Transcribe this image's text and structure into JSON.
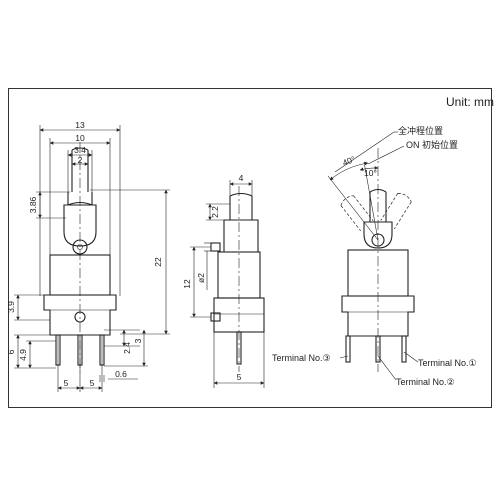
{
  "unit_label": "Unit: mm",
  "front_view": {
    "dims": {
      "total_width": "13",
      "inner_width": "10",
      "actuator_width": "3.4",
      "actuator_tip": "2",
      "actuator_side": "3.86",
      "height_total": "22",
      "base_height": "3.9",
      "terminal_length": "6",
      "terminal_offset": "4.9",
      "terminal_pitch_left": "5",
      "terminal_pitch_right": "5",
      "terminal_thickness": "0.6",
      "terminal_step": "2.4",
      "terminal_end": "3"
    }
  },
  "side_view": {
    "dims": {
      "top_width": "4",
      "step": "2.2",
      "hole_dia": "ø2",
      "hole_spacing": "12",
      "bottom_width": "5"
    }
  },
  "right_view": {
    "full_stroke_label": "全冲程位置",
    "on_position_label": "ON 初始位置",
    "angle_full": "40°",
    "angle_on": "10°",
    "terminal_1": "Terminal No.①",
    "terminal_2": "Terminal No.②",
    "terminal_3": "Terminal No.③"
  }
}
